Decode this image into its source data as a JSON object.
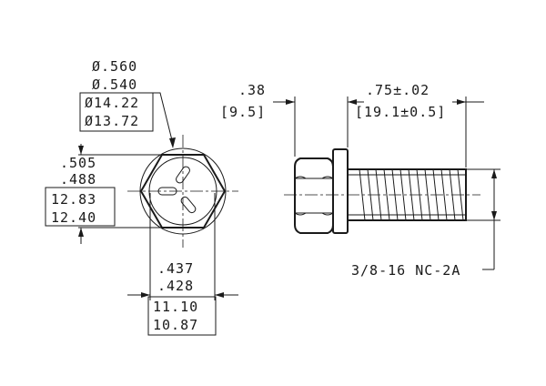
{
  "colors": {
    "ink": "#1a1a1a",
    "background": "#ffffff"
  },
  "dimensions": {
    "head_diameter": {
      "max": "Ø.560",
      "min": "Ø.540",
      "metric_max": "Ø14.22",
      "metric_min": "Ø13.72"
    },
    "across_flats_vertical": {
      "max": ".505",
      "min": ".488",
      "metric_max": "12.83",
      "metric_min": "12.40"
    },
    "across_flats_horizontal": {
      "max": ".437",
      "min": ".428",
      "metric_max": "11.10",
      "metric_min": "10.87"
    },
    "head_height": {
      "inch": ".38",
      "metric": "[9.5]"
    },
    "thread_length": {
      "inch": ".75±.02",
      "metric": "[19.1±0.5]"
    },
    "thread_spec": "3/8-16 NC-2A"
  }
}
